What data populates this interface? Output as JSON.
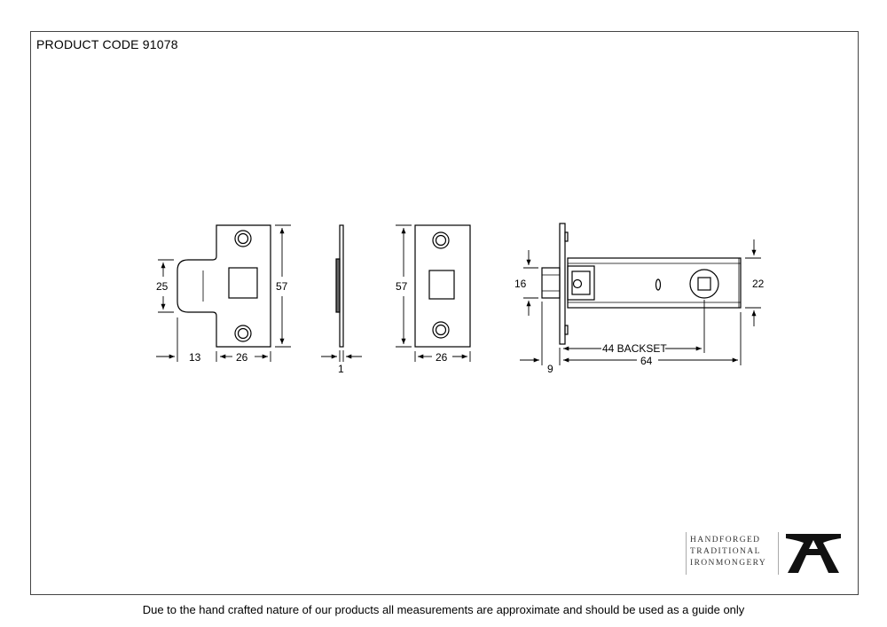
{
  "header": {
    "product_code": "PRODUCT CODE 91078"
  },
  "footer": {
    "disclaimer": "Due to the hand crafted nature of our products all measurements are approximate and should be used as a guide only"
  },
  "dimensions": {
    "striker_lip_height": "25",
    "striker_lip_depth": "13",
    "striker_height": "57",
    "striker_width": "26",
    "plate_thickness": "1",
    "forend_height": "57",
    "forend_width": "26",
    "bolt_height": "16",
    "bolt_projection": "9",
    "backset": "44 BACKSET",
    "case_length": "64",
    "case_height": "22"
  },
  "brand": {
    "lines": [
      "HANDFORGED",
      "TRADITIONAL",
      "IRONMONGERY"
    ],
    "logo_icon": "anvil-icon",
    "logo_color": "#111111"
  }
}
